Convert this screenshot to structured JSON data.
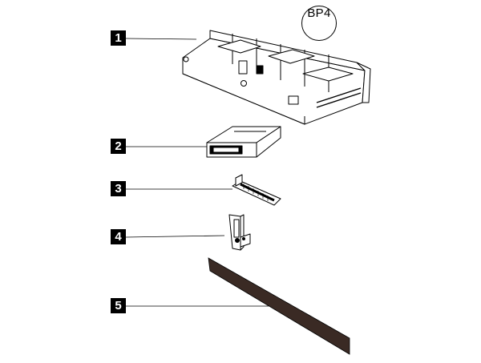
{
  "badge": {
    "label": "BP4"
  },
  "callouts": [
    {
      "label": "1"
    },
    {
      "label": "2"
    },
    {
      "label": "3"
    },
    {
      "label": "4"
    },
    {
      "label": "5"
    }
  ]
}
